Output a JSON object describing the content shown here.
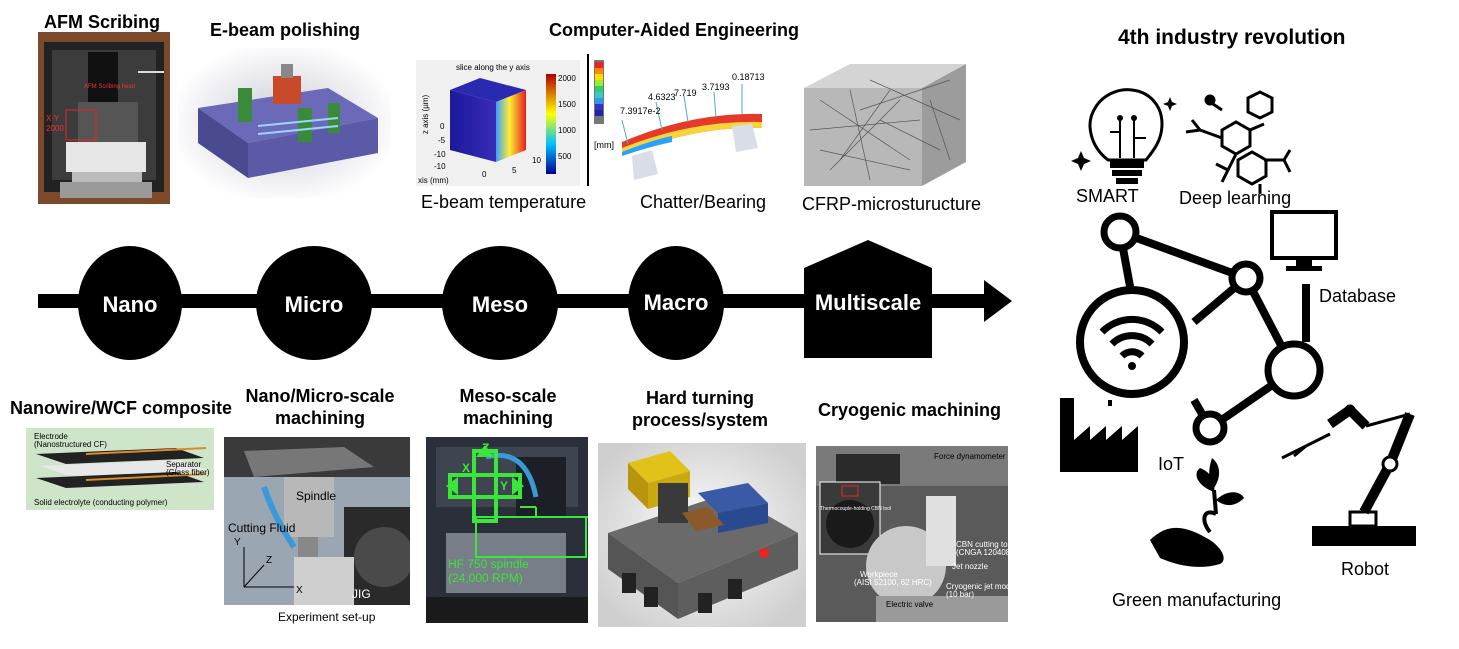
{
  "top_labels": {
    "afm": "AFM Scribing",
    "ebeam_polishing": "E-beam polishing",
    "cae": "Computer-Aided Engineering",
    "ebeam_temperature": "E-beam temperature",
    "chatter": "Chatter/Bearing",
    "cfrp": "CFRP-microsturucture"
  },
  "afm_overlay": {
    "line1": "X-Y",
    "line2": "2000",
    "label": "AFM Scribing head"
  },
  "ebeam_plot": {
    "title": "slice along the y axis",
    "zlabel": "z axis (µm)",
    "xlabel": "xis (mm)",
    "colorbar_ticks": [
      "2000",
      "1500",
      "1000",
      "500"
    ],
    "z_ticks": [
      "0",
      "-5",
      "-10"
    ],
    "x_ticks": [
      "-10",
      "0",
      "5",
      "10"
    ]
  },
  "chatter_plot": {
    "values": [
      "7.3917e-2",
      "4.6323",
      "7.719",
      "3.7193",
      "0.18713"
    ],
    "unit": "[mm]"
  },
  "timeline": {
    "nodes": [
      "Nano",
      "Micro",
      "Meso",
      "Macro",
      "Multiscale"
    ]
  },
  "bottom_labels": {
    "nanowire": "Nanowire/WCF composite",
    "nano_micro_1": "Nano/Micro-scale",
    "nano_micro_2": "machining",
    "meso_1": "Meso-scale",
    "meso_2": "machining",
    "hard_1": "Hard turning",
    "hard_2": "process/system",
    "cryo": "Cryogenic machining"
  },
  "nanowire_photo": {
    "electrode": "Electrode",
    "electrode_sub": "(Nanostructured CF)",
    "separator": "Separator",
    "separator_sub": "(Glass fiber)",
    "electrolyte": "Solid electrolyte (conducting polymer)"
  },
  "nano_micro_photo": {
    "spindle": "Spindle",
    "cutting_fluid": "Cutting Fluid",
    "jig": "JIG",
    "axis_y": "Y",
    "axis_z": "Z",
    "axis_x": "X",
    "caption": "Experiment set-up"
  },
  "meso_photo": {
    "axis_x": "X",
    "axis_z": "Z",
    "axis_y": "Y",
    "spindle_1": "HF 750 spindle",
    "spindle_2": "(24,000 RPM)"
  },
  "cryo_photo": {
    "force": "Force dynamometer",
    "inset": "Thermocouple-holding CBN tool",
    "tool_1": "CBN cutting tool",
    "tool_2": "(CNGA 120408)",
    "jet": "Jet nozzle",
    "work_1": "Workpiece",
    "work_2": "(AISI 52100, 62 HRC)",
    "module_1": "Cryogenic jet module",
    "module_2": "(10 bar)",
    "valve": "Electric valve"
  },
  "industry": {
    "title": "4th industry revolution",
    "smart": "SMART",
    "deep_learning": "Deep learning",
    "database": "Database",
    "iot": "IoT",
    "robot": "Robot",
    "green": "Green manufacturing"
  },
  "colors": {
    "black": "#000000",
    "photo_bg": "#c8c8c8",
    "green_overlay": "#39e639",
    "fem_hot": "#e53a2a",
    "fem_cold": "#2b3fbf"
  }
}
